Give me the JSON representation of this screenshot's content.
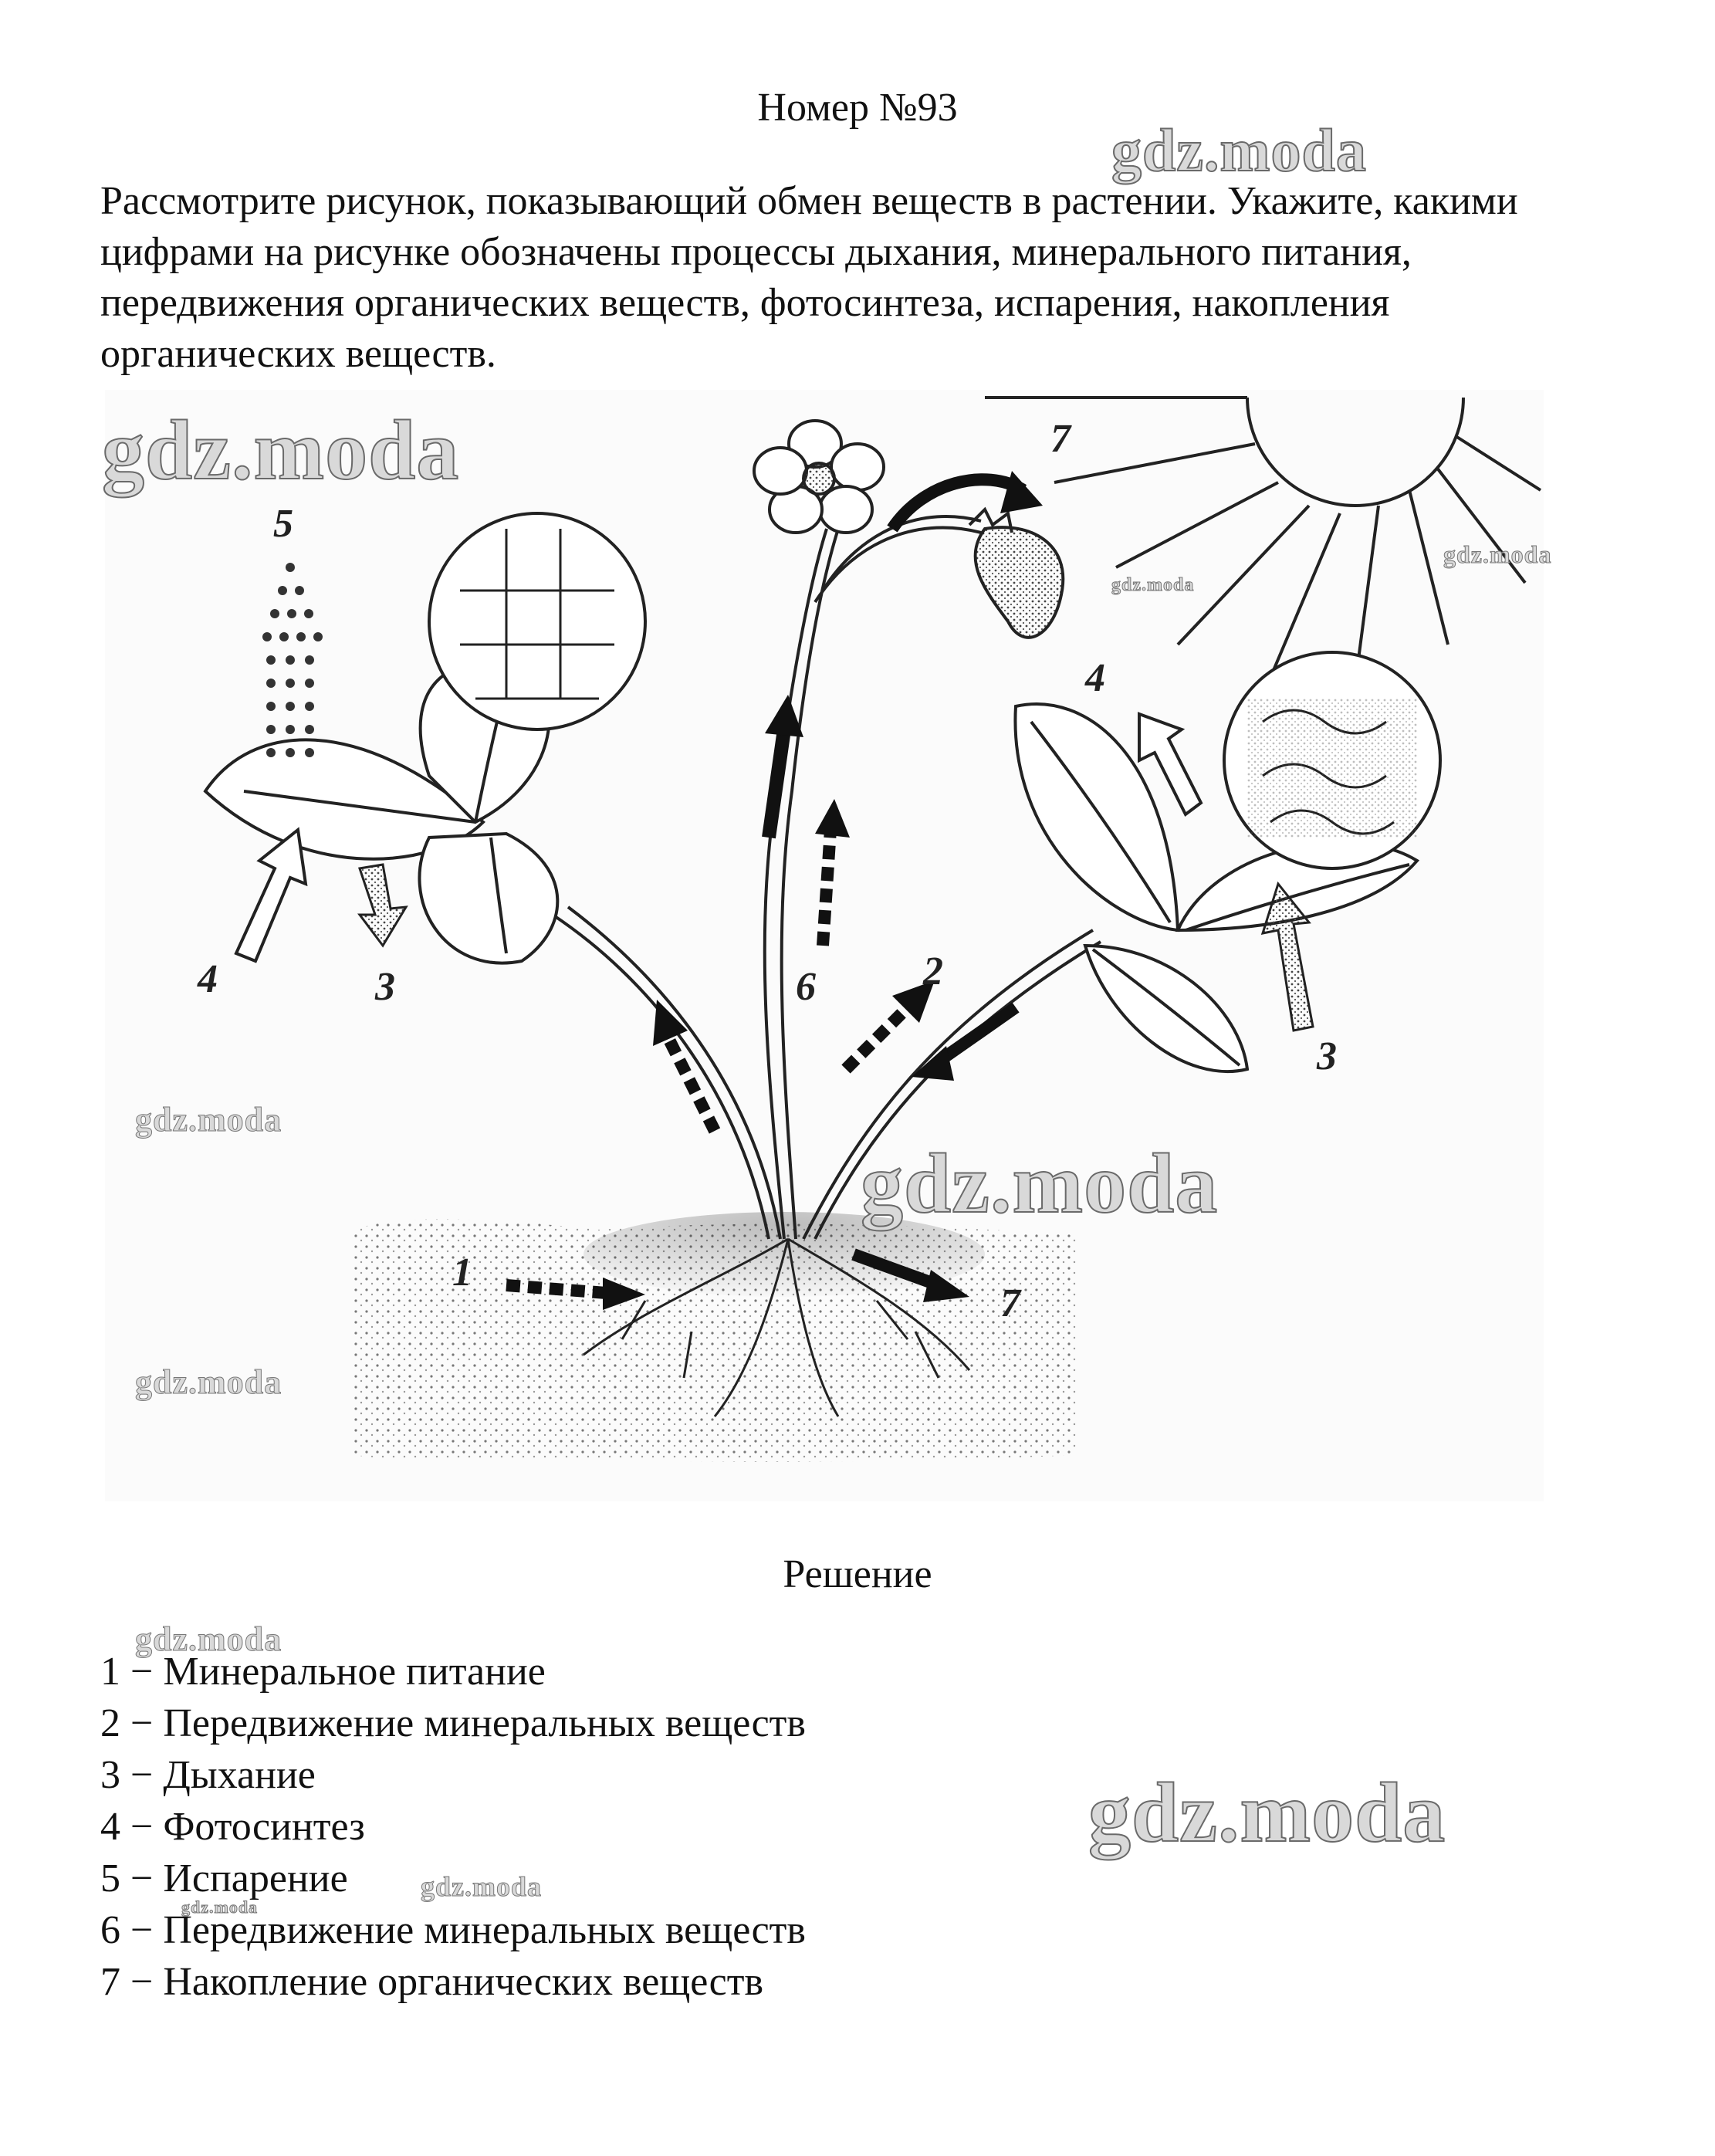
{
  "title": "Номер №93",
  "task": "Рассмотрите рисунок, показывающий обмен веществ в растении. Укажите, какими цифрами на рисунке обозначены процессы дыхания, минерального питания, передвижения органических веществ, фотосинтеза, испарения, накопления органических веществ.",
  "figure": {
    "labels": {
      "l5": "5",
      "l4a": "4",
      "l3a": "3",
      "l7a": "7",
      "l4b": "4",
      "l2": "2",
      "l6": "6",
      "l3b": "3",
      "l1": "1",
      "l7b": "7"
    }
  },
  "solution_title": "Решение",
  "answers": [
    "1 − Минеральное питание",
    "2 − Передвижение минеральных веществ",
    "3 − Дыхание",
    "4 − Фотосинтез",
    "5 − Испарение",
    "6 − Передвижение минеральных веществ",
    "7 − Накопление органических веществ"
  ],
  "watermark": "gdz.moda"
}
